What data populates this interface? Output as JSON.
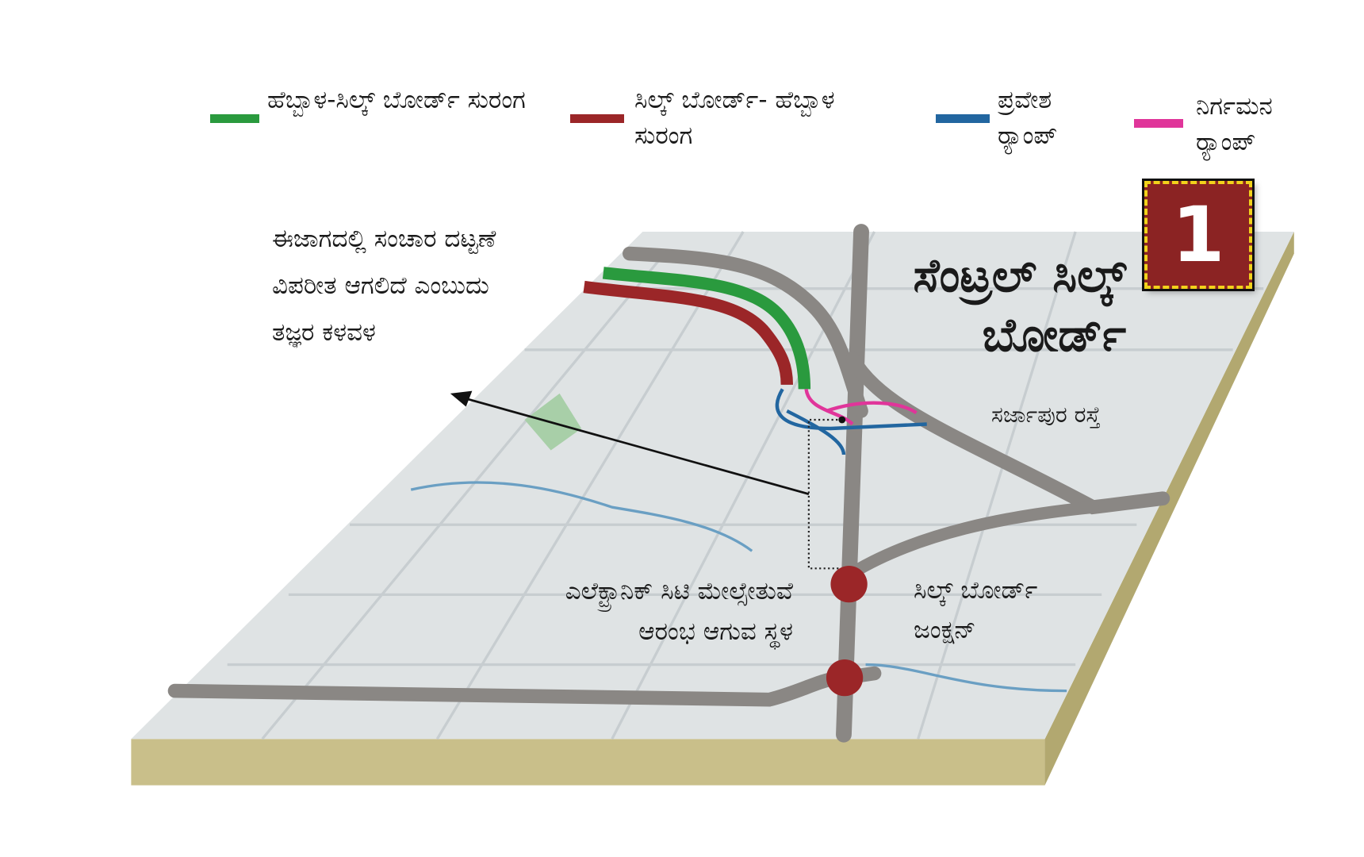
{
  "legend": [
    {
      "label": "ಹೆಬ್ಬಾಳ-ಸಿಲ್ಕ್ ಬೋರ್ಡ್ ಸುರಂಗ",
      "color": "#2a9a3e"
    },
    {
      "label": "ಸಿಲ್ಕ್ ಬೋರ್ಡ್- ಹೆಬ್ಬಾಳ ಸುರಂಗ",
      "color": "#9b2628"
    },
    {
      "label": "ಪ್ರವೇಶ ರ್‍ಯಾಂಪ್",
      "color": "#2266a0"
    },
    {
      "label": "ನಿರ್ಗಮನ ರ್‍ಯಾಂಪ್",
      "color": "#e0359a"
    }
  ],
  "title": "ಸೆಂಟ್ರಲ್ ಸಿಲ್ಕ್ ಬೋರ್ಡ್",
  "badge_number": "1",
  "annotation": "ಈಜಾಗದಲ್ಲಿ ಸಂಚಾರ ದಟ್ಟಣೆ ವಿಪರೀತ ಆಗಲಿದೆ ಎಂಬುದು ತಜ್ಞರ ಕಳವಳ",
  "labels": {
    "sarjapur_road": "ಸರ್ಜಾಪುರ ರಸ್ತೆ",
    "silk_board_junction": "ಸಿಲ್ಕ್ ಬೋರ್ಡ್ ಜಂಕ್ಷನ್",
    "electronic_city_flyover": "ಎಲೆಕ್ಟ್ರಾನಿಕ್ ಸಿಟಿ ಮೇಲ್ಸೇತುವೆ ಆರಂಭ ಆಗುವ ಸ್ಥಳ"
  },
  "colors": {
    "road": "#8a8784",
    "marker": "#9b2628",
    "base": "#c9bf8a",
    "map": "#dfe3e4"
  }
}
